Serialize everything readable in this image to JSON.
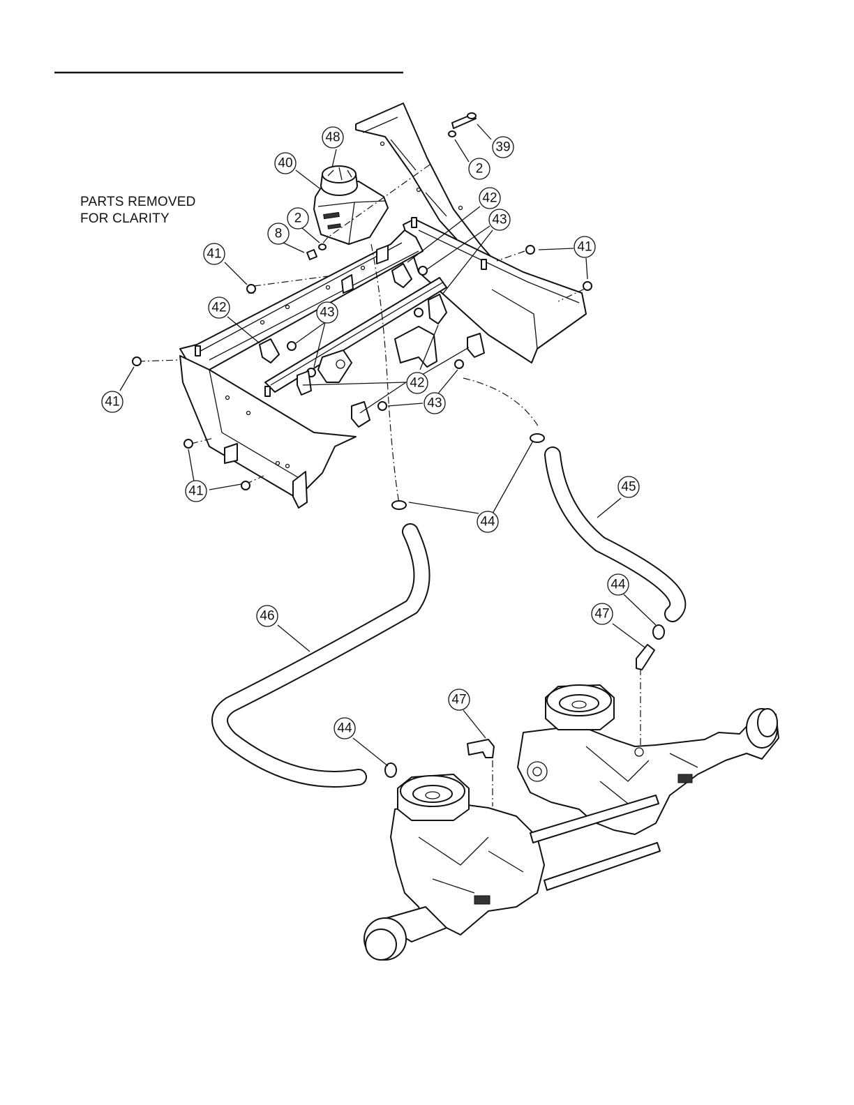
{
  "note": {
    "line1": "PARTS REMOVED",
    "line2": "FOR CLARITY"
  },
  "callouts": [
    {
      "id": "c39",
      "label": "39"
    },
    {
      "id": "c2a",
      "label": "2"
    },
    {
      "id": "c48",
      "label": "48"
    },
    {
      "id": "c40",
      "label": "40"
    },
    {
      "id": "c2b",
      "label": "2"
    },
    {
      "id": "c8",
      "label": "8"
    },
    {
      "id": "c42a",
      "label": "42"
    },
    {
      "id": "c43a",
      "label": "43"
    },
    {
      "id": "c41a",
      "label": "41"
    },
    {
      "id": "c41b",
      "label": "41"
    },
    {
      "id": "c42b",
      "label": "42"
    },
    {
      "id": "c43b",
      "label": "43"
    },
    {
      "id": "c41c",
      "label": "41"
    },
    {
      "id": "c42c",
      "label": "42"
    },
    {
      "id": "c43c",
      "label": "43"
    },
    {
      "id": "c41d",
      "label": "41"
    },
    {
      "id": "c45",
      "label": "45"
    },
    {
      "id": "c44a",
      "label": "44"
    },
    {
      "id": "c46",
      "label": "46"
    },
    {
      "id": "c44b",
      "label": "44"
    },
    {
      "id": "c47a",
      "label": "47"
    },
    {
      "id": "c47b",
      "label": "47"
    },
    {
      "id": "c44c",
      "label": "44"
    }
  ]
}
